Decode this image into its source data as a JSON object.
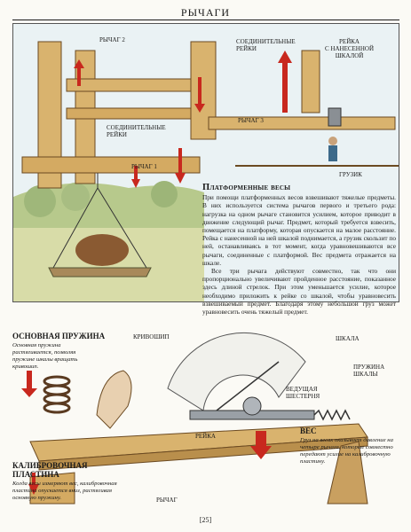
{
  "page": {
    "title": "РЫЧАГИ",
    "number": "[25]"
  },
  "top_labels": {
    "lever2": "РЫЧАГ 2",
    "connecting_rods_top": "СОЕДИНИТЕЛЬНЫЕ\nРЕЙКИ",
    "scale_rail": "РЕЙКА\nС НАНЕСЕННОЙ\nШКАЛОЙ",
    "lever3": "РЫЧАГ 3",
    "connecting_rods_left": "СОЕДИНИТЕЛЬНЫЕ\nРЕЙКИ",
    "lever1": "РЫЧАГ 1",
    "weight": "ГРУЗИК"
  },
  "platform": {
    "heading": "Платформенные весы",
    "paragraphs": [
      "При помощи платформенных весов взвешивают тяжелые предметы. В них используется система рычагов первого и третьего рода: нагрузка на одном рычаге становится усилием, которое приводит в движение следующий рычаг. Предмет, который требуется взвесить, помещается на платформу, которая опускается на малое расстояние. Рейка с нанесенной на ней шкалой поднимается, а грузик скользит по ней, останавливаясь в тот момент, когда уравновешиваются все рычаги, соединенные с платформой. Вес предмета отражается на шкале.",
      "Все три рычага действуют совместно, так что они пропорционально увеличивают пройденное расстояние, показанное здесь длиной стрелок. При этом уменьшается усилие, которое необходимо приложить к рейке со шкалой, чтобы уравновесить взвешиваемый предмет. Благодаря этому небольшой груз может уравновесить очень тяжелый предмет."
    ]
  },
  "bottom": {
    "spring_heading": "Основная пружина",
    "spring_text": "Основная пружина растягивается, позволяя пружине шкалы вращать кривошип.",
    "crank": "КРИВОШИП",
    "scale": "ШКАЛА",
    "scale_spring": "ПРУЖИНА\nШКАЛЫ",
    "drive_gear": "ВЕДУЩАЯ\nШЕСТЕРНЯ",
    "rack": "РЕЙКА",
    "weight_heading": "Вес",
    "weight_text": "Груз на весах оказывает давление на четыре рычага, которые совместно передают усилие на калибровочную пластину.",
    "plate_heading": "Калибровочная\nпластина",
    "plate_text": "Когда весы измеряют вес, калибровочная пластина опускается вниз, растягивая основную пружину.",
    "lever": "РЫЧАГ"
  },
  "colors": {
    "wood": "#d9b36e",
    "arrow_red": "#c8281e",
    "metal": "#8a8f94",
    "sky": "#e9f1f5"
  }
}
